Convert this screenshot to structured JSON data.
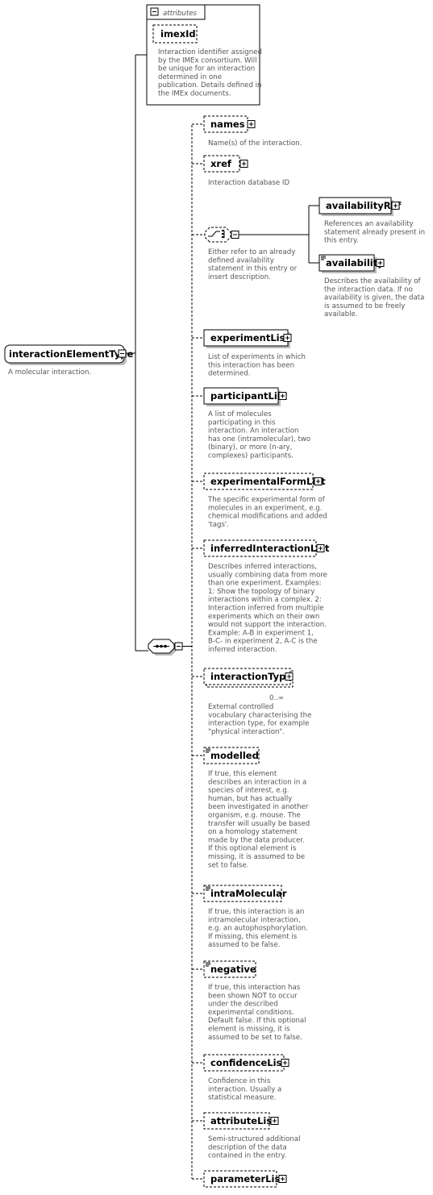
{
  "root": {
    "name": "interactionElementType",
    "description": "A molecular interaction."
  },
  "attributes": {
    "title": "attributes",
    "items": [
      {
        "name": "imexId",
        "description": [
          "Interaction identifier assigned",
          "by the IMEx consortium. Will",
          "be unique for an interaction",
          "determined in one",
          "publication. Details defined in",
          "the IMEx documents."
        ]
      }
    ]
  },
  "choice": {
    "description": [
      "Either refer to an already",
      "defined availability",
      "statement in this entry or",
      "insert description."
    ],
    "options": [
      {
        "name": "availabilityRef",
        "description": [
          "References an availability",
          "statement already present in",
          "this entry."
        ]
      },
      {
        "name": "availability",
        "description": [
          "Describes the availability of",
          "the interaction data. If no",
          "availability is given, the data",
          "is assumed to be freely",
          "available."
        ]
      }
    ]
  },
  "elements": [
    {
      "name": "names",
      "description": [
        "Name(s) of the interaction."
      ]
    },
    {
      "name": "xref",
      "description": [
        "Interaction database ID"
      ]
    },
    {
      "name": "experimentList",
      "description": [
        "List of experiments in which",
        "this interaction has been",
        "determined."
      ]
    },
    {
      "name": "participantList",
      "description": [
        "A list of molecules",
        "participating in this",
        "interaction. An interaction",
        "has one (intramolecular), two",
        "(binary), or more (n-ary,",
        "complexes)  participants."
      ]
    },
    {
      "name": "experimentalFormList",
      "description": [
        "The specific experimental form of",
        "molecules in an experiment, e.g.",
        "chemical modifications and added",
        "'tags'."
      ]
    },
    {
      "name": "inferredInteractionList",
      "description": [
        "Describes inferred interactions,",
        "usually combining data from more",
        "than one experiment. Examples:",
        "1: Show the topology of binary",
        "interactions within a complex. 2:",
        "Interaction inferred from multiple",
        "experiments which on their own",
        "would not support the interaction.",
        "Example: A-B in experiment 1,",
        "B-C- in experiment 2, A-C is the",
        "inferred interaction."
      ]
    },
    {
      "name": "interactionType",
      "cardinality": "0..∞",
      "description": [
        "External controlled",
        "vocabulary characterising the",
        "interaction type, for example",
        "\"physical interaction\"."
      ]
    },
    {
      "name": "modelled",
      "description": [
        "If true, this element",
        "describes an interaction in a",
        "species of interest, e.g.",
        "human, but has actually",
        "been investigated in another",
        "organism, e.g. mouse. The",
        "transfer will usually be based",
        "on a homology statement",
        "made by the data producer.",
        "If this optional element is",
        "missing, it is assumed to be",
        "set to false."
      ]
    },
    {
      "name": "intraMolecular",
      "description": [
        "If true, this interaction is an",
        "intramolecular interaction,",
        "e.g. an autophosphorylation.",
        "If missing, this element is",
        "assumed to be false."
      ]
    },
    {
      "name": "negative",
      "description": [
        "If true, this interaction has",
        "been shown NOT to occur",
        "under the described",
        "experimental conditions.",
        "Default false. If this optional",
        "element is missing, it is",
        "assumed to be set to false."
      ]
    },
    {
      "name": "confidenceList",
      "description": [
        "Confidence in this",
        "interaction.  Usually a",
        "statistical measure."
      ]
    },
    {
      "name": "attributeList",
      "description": [
        "Semi-structured additional",
        "description of the data",
        "contained in the entry."
      ]
    },
    {
      "name": "parameterList",
      "description": []
    }
  ]
}
